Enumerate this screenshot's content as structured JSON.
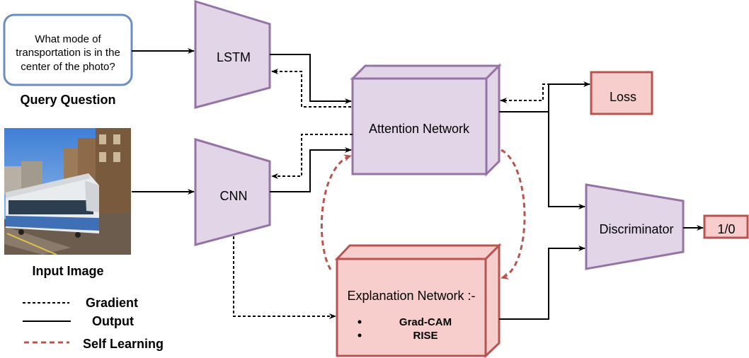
{
  "query": {
    "lines": [
      "What mode of",
      "transportation is in the",
      "center of the photo?"
    ],
    "caption": "Query Question"
  },
  "image": {
    "caption": "Input Image"
  },
  "nodes": {
    "lstm": "LSTM",
    "cnn": "CNN",
    "attention": "Attention Network",
    "loss": "Loss",
    "discriminator": "Discriminator",
    "explanation": {
      "title": "Explanation Network :-",
      "bullets": [
        "Grad-CAM",
        "RISE"
      ]
    },
    "output": "1/0"
  },
  "legend": {
    "gradient": "Gradient",
    "output": "Output",
    "self_learning": "Self Learning"
  },
  "colors": {
    "module_fill": "#e1d5e7",
    "module_stroke": "#9673a6",
    "box_fill": "#f8cecc",
    "box_stroke": "#b85450",
    "query_stroke": "#6c8ebf",
    "self_learning": "#b85450"
  }
}
